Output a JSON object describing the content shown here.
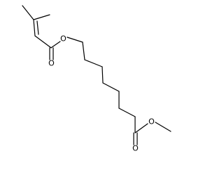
{
  "structure": {
    "atom_labels": {
      "ester_oxygen_left": "O",
      "carbonyl_oxygen_left": "O",
      "carbonyl_oxygen_right": "O",
      "ester_oxygen_right": "O"
    }
  },
  "colors": {
    "background": "#ffffff",
    "bond": "#000000",
    "label": "#000000"
  }
}
